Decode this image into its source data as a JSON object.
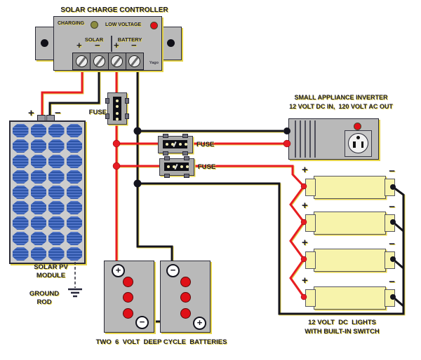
{
  "controller": {
    "title": "SOLAR CHARGE CONTROLLER",
    "charging_label": "CHARGING",
    "low_voltage_label": "LOW VOLTAGE",
    "solar_label": "SOLAR",
    "battery_label": "BATTERY",
    "brand": "Yago",
    "solar_plus": "+",
    "solar_minus": "−",
    "battery_plus": "+",
    "battery_minus": "−"
  },
  "fuses": {
    "battery_fuse_label": "FUSE",
    "inverter_fuse_label": "FUSE",
    "lights_fuse_label": "FUSE"
  },
  "inverter": {
    "title_line1": "SMALL APPLIANCE INVERTER",
    "title_line2": "12 VOLT DC IN,  120 VOLT AC OUT"
  },
  "panel": {
    "plus": "+",
    "minus": "−",
    "label_line1": "SOLAR PV",
    "label_line2": "MODULE"
  },
  "ground": {
    "label_line1": "GROUND",
    "label_line2": "ROD"
  },
  "lights": {
    "plus": "+",
    "minus": "−",
    "label_line1": "12 VOLT  DC  LIGHTS",
    "label_line2": "WITH BUILT-IN SWITCH"
  },
  "batteries": {
    "plus": "+",
    "minus": "−",
    "label": "TWO  6  VOLT  DEEP CYCLE  BATTERIES"
  },
  "colors": {
    "wire_red": "#e81c24",
    "wire_black": "#14141e",
    "highlight_yellow": "#e6d44a",
    "device_gray": "#b9b9b9",
    "cell_blue": "#2d54a6",
    "light_yellow": "#f7f3ab",
    "led_red": "#e01018",
    "led_olive": "#8b8b40"
  }
}
